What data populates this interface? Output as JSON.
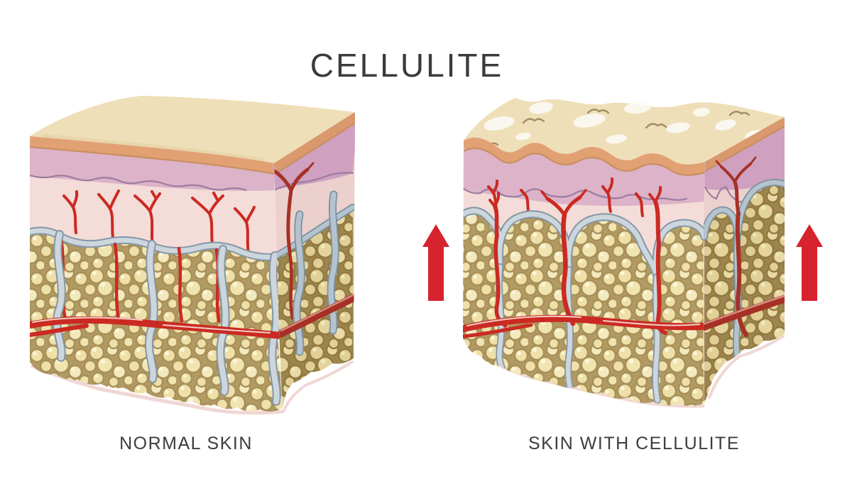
{
  "title": "CELLULITE",
  "panels": [
    {
      "id": "normal-skin",
      "caption": "NORMAL SKIN"
    },
    {
      "id": "skin-with-cellulite",
      "caption": "SKIN WITH CELLULITE"
    }
  ],
  "arrows": {
    "direction": "up",
    "count": 2,
    "color": "#d7232e"
  },
  "colors": {
    "background": "#ffffff",
    "text": "#3b3b3d",
    "arrow_red": "#d7232e",
    "skin_surface_cream": "#efdfb8",
    "epidermis_orange": "#e2a173",
    "dermis_mauve": "#dcb3c8",
    "dermis_pink": "#f4dcd8",
    "fat_lobule_yellow": "#eee0a8",
    "fat_matrix_tan": "#b29a64",
    "septa_gray": "#cdd6dd",
    "vessel_red": "#cb2a22",
    "vessel_dark_red": "#a63026"
  }
}
